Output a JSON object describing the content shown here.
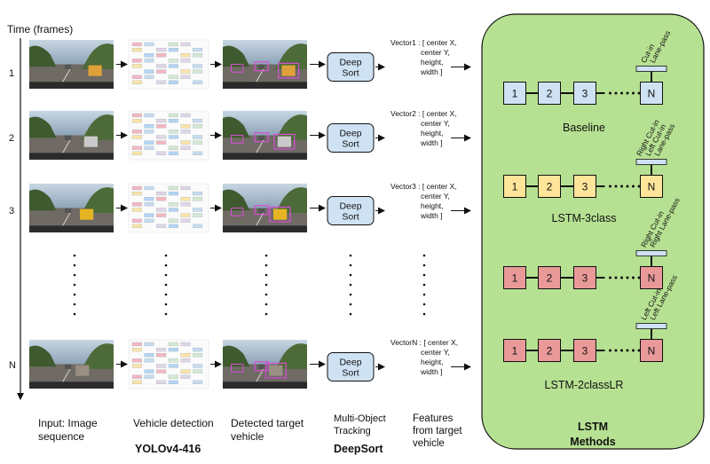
{
  "time_axis": {
    "title": "Time (frames)",
    "rows": [
      "1",
      "2",
      "3",
      "N"
    ]
  },
  "tracker_label": "Deep Sort",
  "vectors": [
    {
      "first": "Vector1 : [ center X,",
      "rest": [
        "center Y,",
        "height,",
        "width ]"
      ]
    },
    {
      "first": "Vector2 : [ center X,",
      "rest": [
        "center Y,",
        "height,",
        "width ]"
      ]
    },
    {
      "first": "Vector3 : [ center X,",
      "rest": [
        "center Y,",
        "height,",
        "width ]"
      ]
    },
    {
      "first": "VectorN : [ center X,",
      "rest": [
        "center Y,",
        "height,",
        "width ]"
      ]
    }
  ],
  "captions": {
    "input": [
      "Input: Image",
      "sequence"
    ],
    "detection": [
      "Vehicle detection"
    ],
    "detection_bold": "YOLOv4-416",
    "detected": [
      "Detected target",
      "vehicle"
    ],
    "tracking": [
      "Multi-Object",
      "Tracking"
    ],
    "tracking_bold": "DeepSort",
    "features": [
      "Features",
      "from target",
      "vehicle"
    ],
    "lstm_bold": [
      "LSTM",
      "Methods"
    ]
  },
  "lstm_panel": {
    "node_labels": [
      "1",
      "2",
      "3",
      "N"
    ],
    "models": [
      {
        "name": "Baseline",
        "outputs": [
          "Cut-in",
          "Lane-pass"
        ],
        "color": "#cfe2f3"
      },
      {
        "name": "LSTM-3class",
        "outputs": [
          "Right Cut-in",
          "Left Cut-in",
          "Lane-pass"
        ],
        "color": "#ffe599"
      },
      {
        "name": "",
        "outputs": [
          "Right Cut-in",
          "Right Lane-pass"
        ],
        "color": "#ea9999"
      },
      {
        "name": "LSTM-2classLR",
        "outputs": [
          "Left Cut-in",
          "Left Lane-pass"
        ],
        "color": "#ea9999"
      }
    ],
    "panel_color": "#b6e192"
  },
  "colors": {
    "tracker_fill": "#cfe2f3",
    "detection_box": "#d54fd5",
    "sky": "#9fb4c9",
    "road": "#6f6a64",
    "tree": "#3f5a2e"
  }
}
